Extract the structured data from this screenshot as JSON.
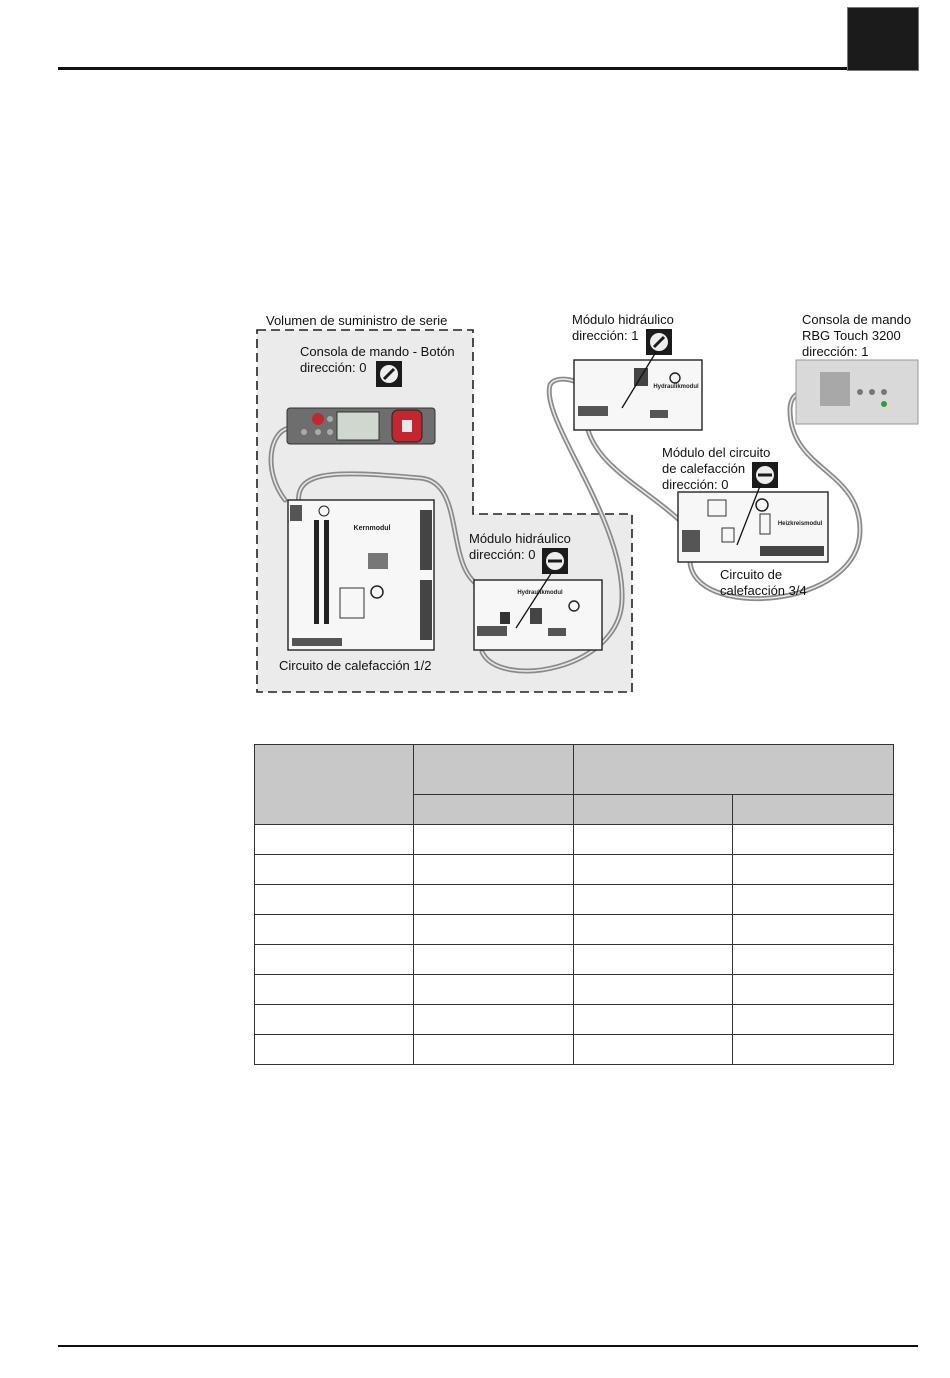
{
  "labels": {
    "scope_title": "Volumen de suministro de serie",
    "console_button": "Consola de mando - Botón\ndirección: 0",
    "hydraulic_module_1": "Módulo hidráulico\ndirección: 1",
    "console_touch": "Consola de mando\nRBG Touch 3200\ndirección: 1",
    "heating_circuit_module": "Módulo del circuito\nde calefacción\ndirección: 0",
    "hydraulic_module_0": "Módulo hidráulico\ndirección: 0",
    "circuit_3_4": "Circuito de\ncalefacción 3/4",
    "circuit_1_2": "Circuito de calefacción 1/2"
  },
  "board_texts": {
    "kernmodul": "Kernmodul",
    "hydraulikmodul": "Hydraulikmodul",
    "heizkreismodul": "Heizkreismodul"
  },
  "table": {
    "body_rows": 8
  }
}
